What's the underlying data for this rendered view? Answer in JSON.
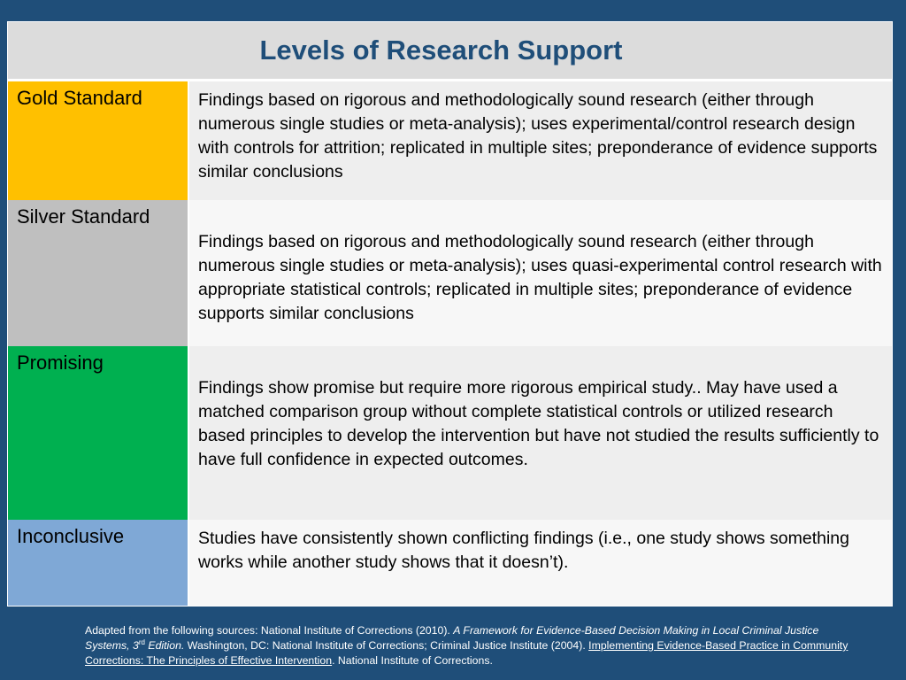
{
  "title": "Levels of Research Support",
  "rows": [
    {
      "label": "Gold Standard",
      "color": "#ffc000",
      "description": "Findings based on rigorous and methodologically sound research (either through numerous single studies or meta-analysis); uses experimental/control research design with controls for attrition; replicated in multiple sites; preponderance of evidence supports similar conclusions"
    },
    {
      "label": "Silver Standard",
      "color": "#bfbfbf",
      "description": "Findings based on rigorous and methodologically sound research (either through numerous single studies or meta-analysis); uses quasi-experimental control research with appropriate statistical controls; replicated in multiple sites; preponderance of evidence supports similar conclusions"
    },
    {
      "label": "Promising",
      "color": "#00b050",
      "description": "Findings show promise but require more rigorous empirical study..  May have used a matched comparison group without complete statistical controls or utilized research based principles to develop the intervention but have not studied the results sufficiently to have full confidence in expected outcomes."
    },
    {
      "label": "Inconclusive",
      "color": "#7fa8d6",
      "description": "Studies have consistently shown conflicting findings (i.e., one study shows something works while another study shows that it doesn’t)."
    }
  ],
  "footnote": {
    "intro": "Adapted from the following sources:  National Institute of Corrections (2010). ",
    "title1": "A Framework for Evidence-Based Decision Making in Local Criminal Justice Systems, 3",
    "title1_sup": "rd",
    "title1_end": " Edition.",
    "mid": " Washington, DC: National Institute of Corrections; Criminal Justice Institute (2004). ",
    "title2": "Implementing Evidence-Based Practice in Community Corrections: The Principles of Effective Intervention",
    "end": ".  National Institute of Corrections."
  }
}
